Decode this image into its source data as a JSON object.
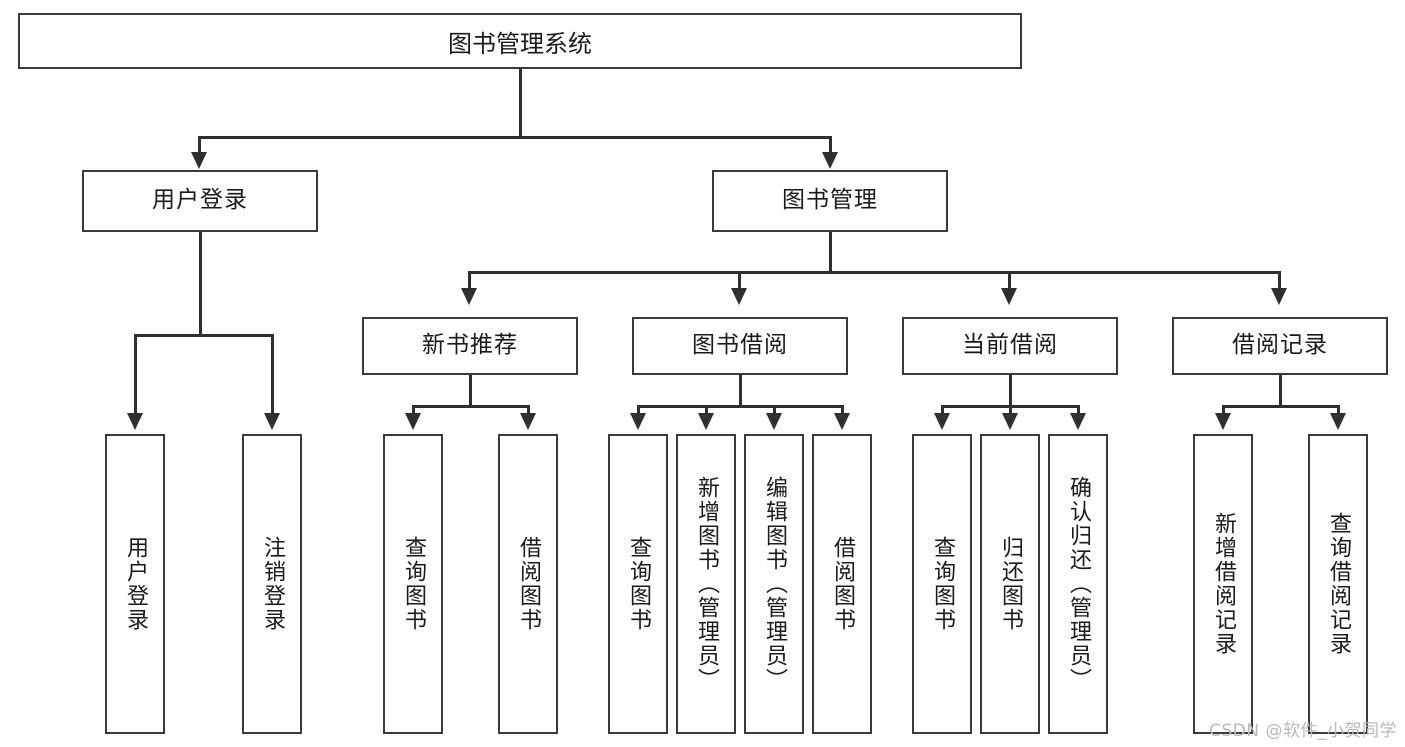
{
  "diagram": {
    "title": "图书管理系统",
    "watermark": "CSDN @软件_小贺同学",
    "root": {
      "label": "图书管理系统"
    },
    "level2": [
      {
        "label": "用户登录"
      },
      {
        "label": "图书管理"
      }
    ],
    "level3": [
      {
        "label": "新书推荐"
      },
      {
        "label": "图书借阅"
      },
      {
        "label": "当前借阅"
      },
      {
        "label": "借阅记录"
      }
    ],
    "leaves": {
      "user_login": [
        {
          "label": "用户登录"
        },
        {
          "label": "注销登录"
        }
      ],
      "new_book": [
        {
          "label": "查询图书"
        },
        {
          "label": "借阅图书"
        }
      ],
      "book_borrow": [
        {
          "label": "查询图书"
        },
        {
          "label": "新增图书（管理员）"
        },
        {
          "label": "编辑图书（管理员）"
        },
        {
          "label": "借阅图书"
        }
      ],
      "current_borrow": [
        {
          "label": "查询图书"
        },
        {
          "label": "归还图书"
        },
        {
          "label": "确认归还（管理员）"
        }
      ],
      "borrow_record": [
        {
          "label": "新增借阅记录"
        },
        {
          "label": "查询借阅记录"
        }
      ]
    },
    "colors": {
      "border": "#3b3b3b",
      "line": "#2f2f2f",
      "text": "#1a1a1a",
      "background": "#ffffff",
      "watermark": "#b9b9b9"
    }
  }
}
